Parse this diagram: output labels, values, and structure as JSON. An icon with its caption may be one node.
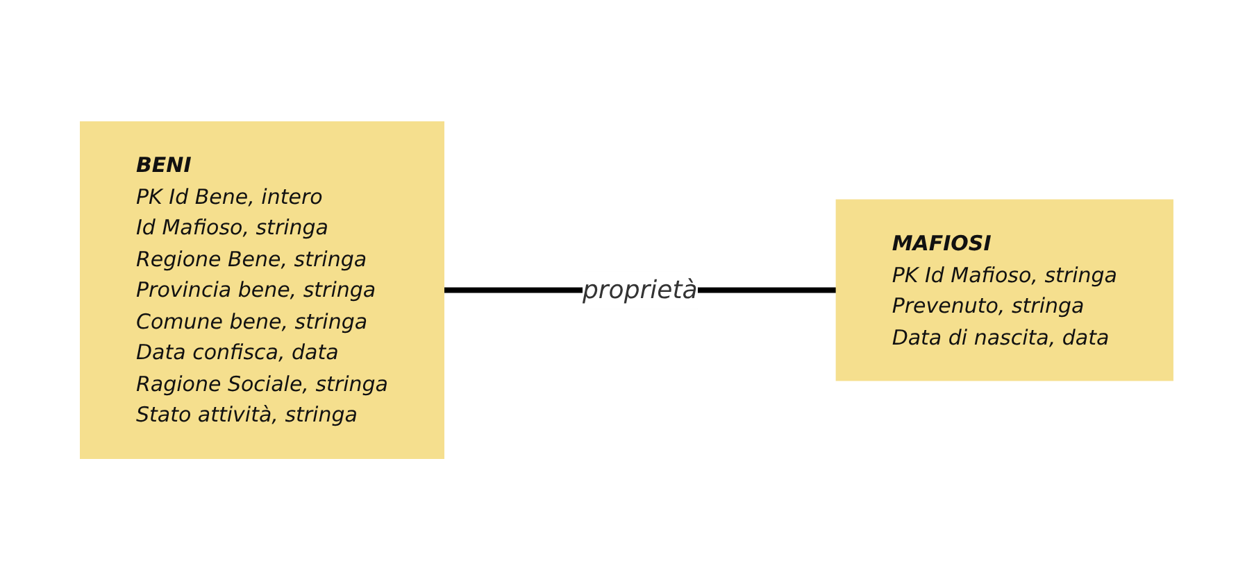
{
  "diagram": {
    "nodes": [
      {
        "text": [
          "BENI",
          "PK Id Bene, intero",
          "Id Mafioso, stringa",
          "Regione Bene, stringa",
          "Provincia bene, stringa",
          "Comune bene, stringa",
          "Data confisca, data",
          "Ragione Sociale, stringa",
          "Stato attività, stringa"
        ]
      },
      {
        "text": [
          "MAFIOSI",
          "PK Id Mafioso, stringa",
          "Prevenuto, stringa",
          "Data di nascita, data"
        ]
      }
    ],
    "edges": [
      {
        "from": 0,
        "to": 1,
        "arrow": "none",
        "label": "proprietà"
      }
    ]
  }
}
